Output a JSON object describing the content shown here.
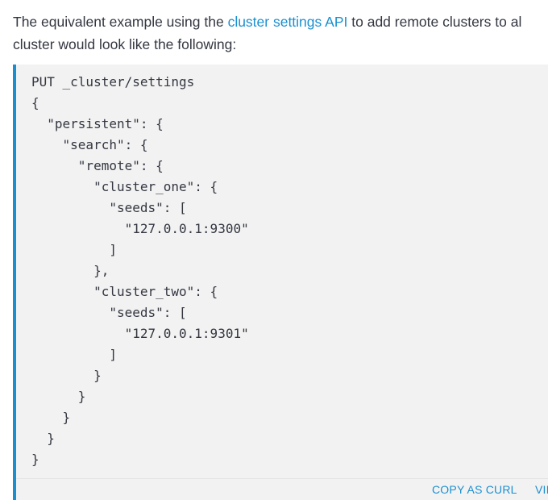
{
  "intro": {
    "before_link": "The equivalent example using the ",
    "link_text": "cluster settings API",
    "after_link_line1": " to add remote clusters to al",
    "line2": "cluster would look like the following:"
  },
  "code": {
    "lines": [
      "PUT _cluster/settings",
      "{",
      "  \"persistent\": {",
      "    \"search\": {",
      "      \"remote\": {",
      "        \"cluster_one\": {",
      "          \"seeds\": [",
      "            \"127.0.0.1:9300\"",
      "          ]",
      "        },",
      "        \"cluster_two\": {",
      "          \"seeds\": [",
      "            \"127.0.0.1:9301\"",
      "          ]",
      "        }",
      "      }",
      "    }",
      "  }",
      "}"
    ]
  },
  "toolbar": {
    "copy_as_curl": "COPY AS CURL",
    "view_in_console": "VII"
  },
  "colors": {
    "link": "#1a8fd0",
    "code_background": "#f2f2f2",
    "accent_border": "#1a8fd0",
    "text": "#343741"
  }
}
